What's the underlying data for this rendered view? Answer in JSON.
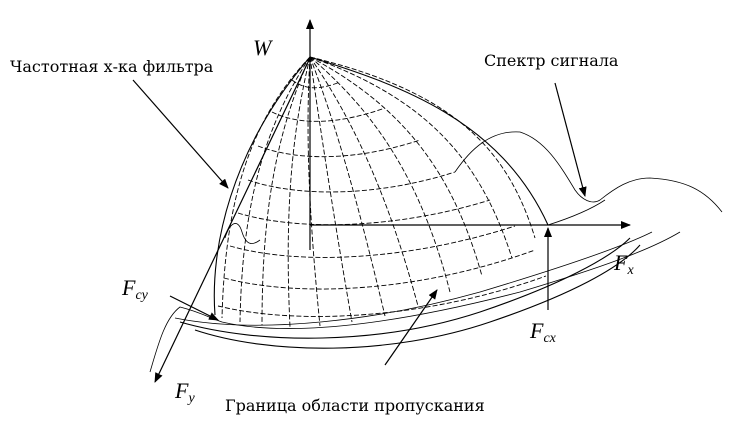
{
  "labels": {
    "w_axis": "W",
    "fx_main": "F",
    "fx_sub": "x",
    "fy_main": "F",
    "fy_sub": "y",
    "fcy_main": "F",
    "fcy_sub": "cy",
    "fcx_main": "F",
    "fcx_sub": "cx",
    "filter_response": "Частотная х-ка фильтра",
    "signal_spectrum": "Спектр сигнала",
    "passband_boundary": "Граница области пропускания"
  }
}
